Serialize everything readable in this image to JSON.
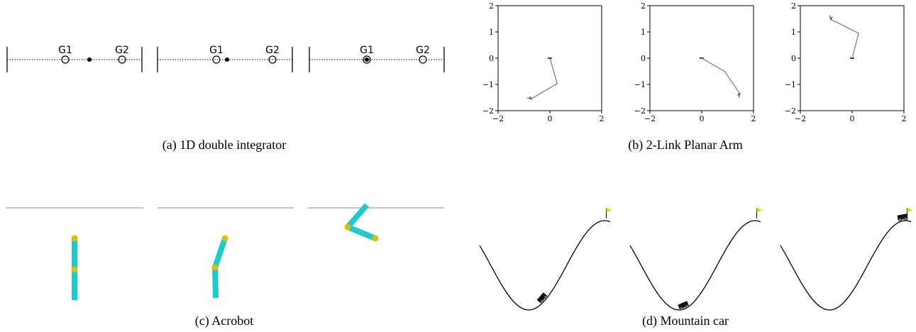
{
  "captions": {
    "a": "(a)  1D double integrator",
    "b": "(b)  2-Link Planar Arm",
    "c": "(c)  Acrobot",
    "d": "(d)  Mountain car"
  },
  "double_integrator": {
    "goal_labels": [
      "G1",
      "G2"
    ],
    "panels": [
      {
        "agent_position": 0.5
      },
      {
        "agent_position": 0.5
      },
      {
        "agent_position": 0.0
      }
    ]
  },
  "planar_arm": {
    "axis_ticks": [
      "−2",
      "−1",
      "0",
      "1",
      "2"
    ],
    "x_ticks": [
      "−2",
      "0",
      "2"
    ],
    "panels": [
      {
        "elbow": [
          0.28,
          -0.97
        ],
        "tip": [
          -0.72,
          -1.55
        ]
      },
      {
        "elbow": [
          0.88,
          -0.5
        ],
        "tip": [
          1.47,
          -1.35
        ]
      },
      {
        "elbow": [
          0.25,
          0.95
        ],
        "tip": [
          -0.82,
          1.48
        ]
      }
    ],
    "colors": {
      "link": "#888888",
      "goal_a": "#dd0000",
      "goal_b": "#119911"
    }
  },
  "acrobot": {
    "colors": {
      "link": "#1ccccc",
      "joint": "#d4c20a",
      "ceiling": "#888888"
    }
  },
  "mountain_car": {
    "colors": {
      "flag": "#e6d200",
      "car": "#111111"
    }
  }
}
